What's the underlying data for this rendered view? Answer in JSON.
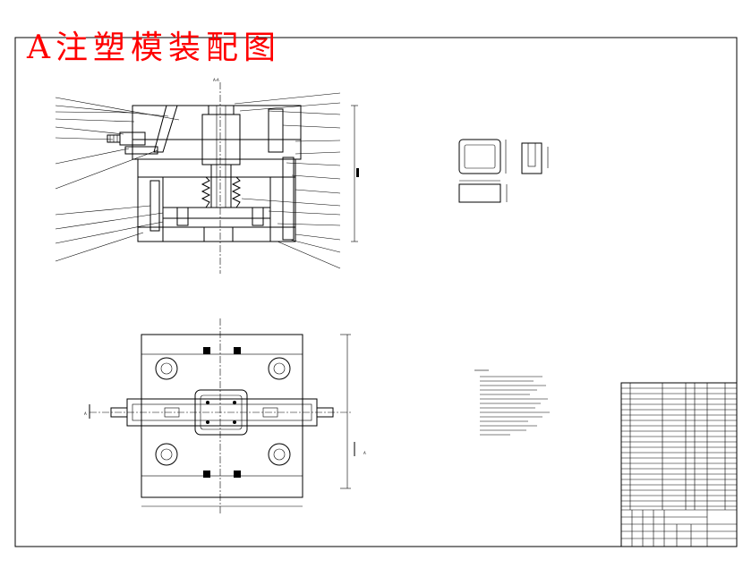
{
  "title": "A注塑模装配图",
  "colors": {
    "title": "#ff0000",
    "line": "#000000",
    "background": "#ffffff"
  },
  "section_marks": {
    "top_a": "A-A",
    "left_a": "A",
    "right_a": "A"
  }
}
